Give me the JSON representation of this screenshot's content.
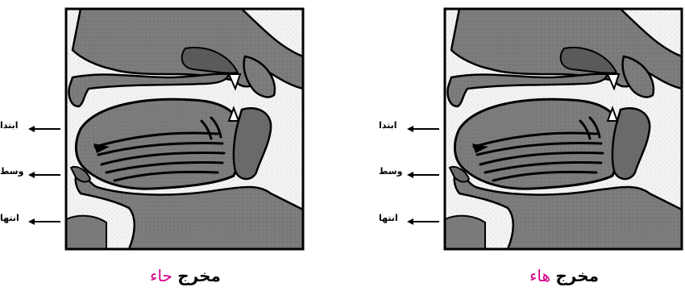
{
  "colors": {
    "speckle_bg": "#f1f1f1",
    "tissue": "#7d7d7d",
    "outline": "#000000",
    "highlight_letter": "#d6008a"
  },
  "panels": [
    {
      "id": "left",
      "labels": {
        "top": "ابتدا",
        "middle": "وسط",
        "bottom": "انتها"
      },
      "caption": {
        "word": "مخرج",
        "letter": "حاء"
      }
    },
    {
      "id": "right",
      "labels": {
        "top": "ابتدا",
        "middle": "وسط",
        "bottom": "انتها"
      },
      "caption": {
        "word": "مخرج",
        "letter": "هاء"
      }
    }
  ]
}
